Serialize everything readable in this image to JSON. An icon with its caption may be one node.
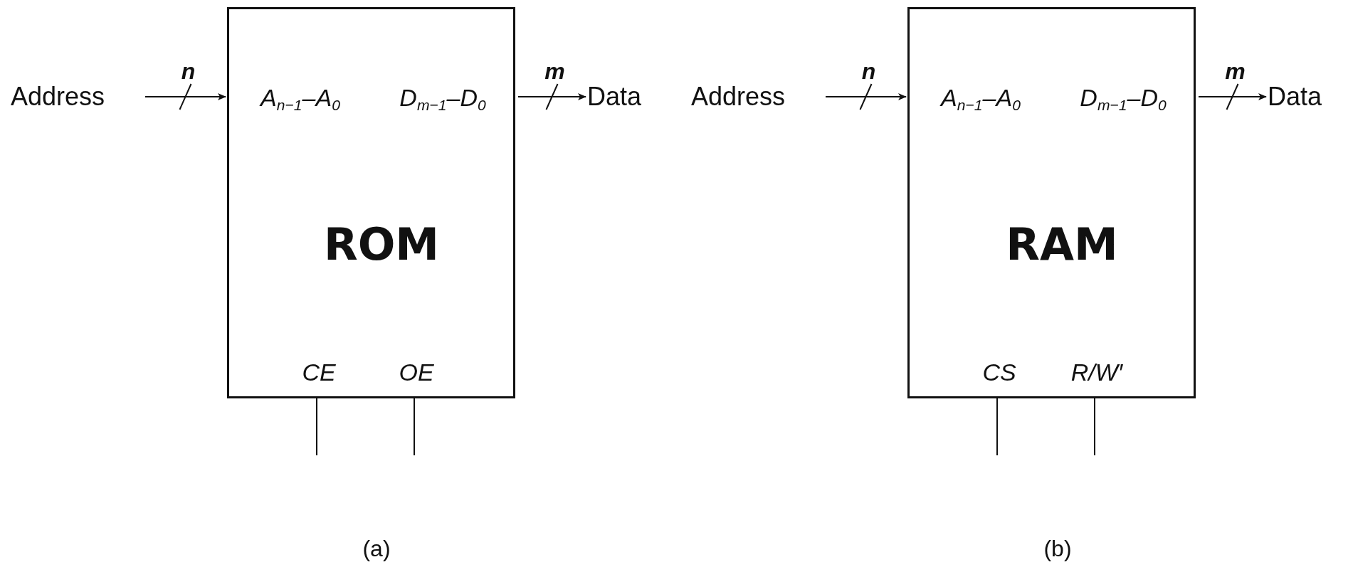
{
  "diagram": {
    "nodes": [
      {
        "text": [
          "Address"
        ]
      },
      {
        "text": [
          "A$_{n−1}$–A$_{0}$",
          "D$_{m−1}$–D$_{0}$",
          "ROM",
          "CE",
          "OE"
        ]
      },
      {
        "text": [
          "Data"
        ]
      },
      {
        "text": [
          "Address"
        ]
      },
      {
        "text": [
          "A$_{n−1}$–A$_{0}$",
          "D$_{m−1}$–D$_{0}$",
          "RAM",
          "CS",
          "R/W′"
        ]
      },
      {
        "text": [
          "Data"
        ]
      }
    ],
    "edges": [
      {
        "from": 0,
        "to": 1,
        "arrow": "to",
        "label": "n"
      },
      {
        "from": 1,
        "to": 2,
        "arrow": "to",
        "label": "m"
      },
      {
        "from": 1,
        "to": null,
        "arrow": "none"
      },
      {
        "from": 1,
        "to": null,
        "arrow": "none"
      },
      {
        "from": 3,
        "to": 4,
        "arrow": "to",
        "label": "n"
      },
      {
        "from": 4,
        "to": 5,
        "arrow": "to",
        "label": "m"
      },
      {
        "from": 4,
        "to": null,
        "arrow": "none"
      },
      {
        "from": 4,
        "to": null,
        "arrow": "none"
      }
    ],
    "labels": [
      "(a)",
      "(b)"
    ]
  }
}
